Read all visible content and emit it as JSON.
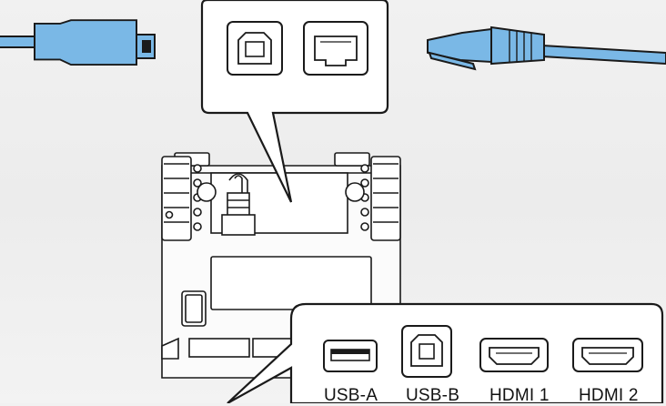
{
  "colors": {
    "cable_blue": "#7ab8e6",
    "outline": "#1a1a1a",
    "background": "#efefef",
    "panel_fill": "#ffffff"
  },
  "top_callout": {
    "ports": [
      "usb-b-port-icon",
      "ethernet-port-icon"
    ]
  },
  "cables": [
    "usb-cable-icon",
    "ethernet-cable-icon"
  ],
  "bottom_callout": {
    "ports": [
      {
        "icon": "usb-a-port-icon",
        "label": "USB-A"
      },
      {
        "icon": "usb-b-port-icon",
        "label": "USB-B"
      },
      {
        "icon": "hdmi-port-icon",
        "label": "HDMI 1"
      },
      {
        "icon": "hdmi-port-icon",
        "label": "HDMI 2"
      }
    ]
  }
}
